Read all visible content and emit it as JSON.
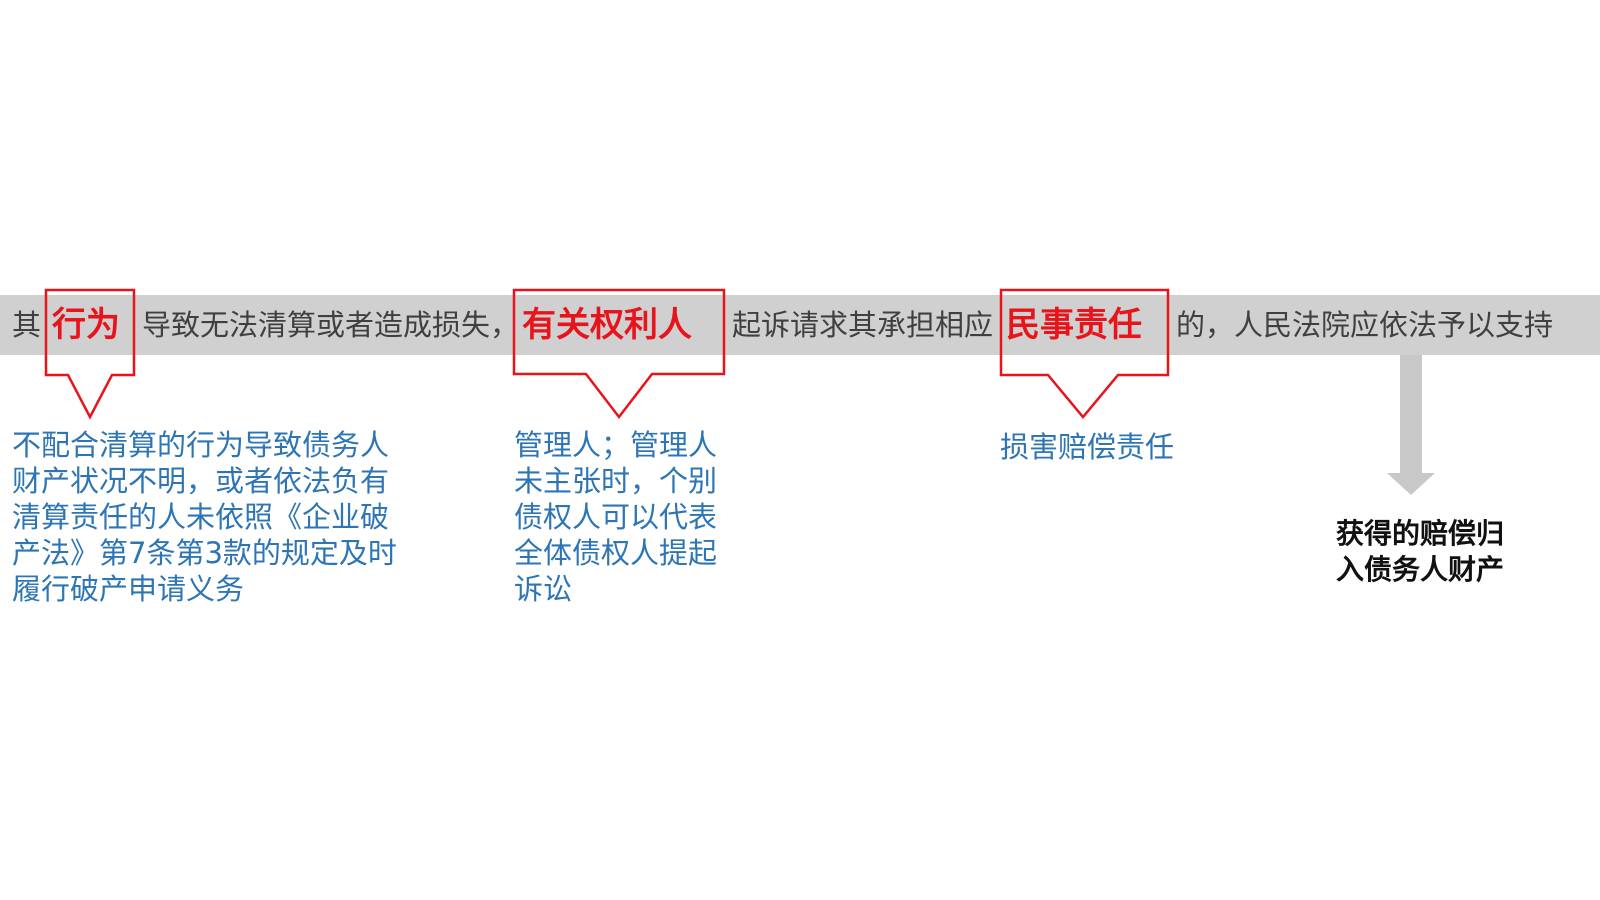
{
  "sentence": {
    "s1": "其",
    "h1": "行为",
    "s2": "导致无法清算或者造成损失，",
    "h2": "有关权利人",
    "s3": "起诉请求其承担相应",
    "h3": "民事责任",
    "s4": "的，人民法院应依法予以支持"
  },
  "callouts": {
    "act": "不配合清算的行为导致债务人\n财产状况不明，或者依法负有\n清算责任的人未依照《企业破\n产法》第7条第3款的规定及时\n履行破产申请义务",
    "party": "管理人；管理人\n未主张时，个别\n债权人可以代表\n全体债权人提起\n诉讼",
    "liability": "损害赔偿责任",
    "result": "获得的赔偿归\n入债务人财产"
  },
  "colors": {
    "band": "#d0d0d0",
    "highlight": "#e8141c",
    "body_text": "#404040",
    "callout_text": "#2e75b6",
    "arrow_gray": "#c8c8c8"
  }
}
